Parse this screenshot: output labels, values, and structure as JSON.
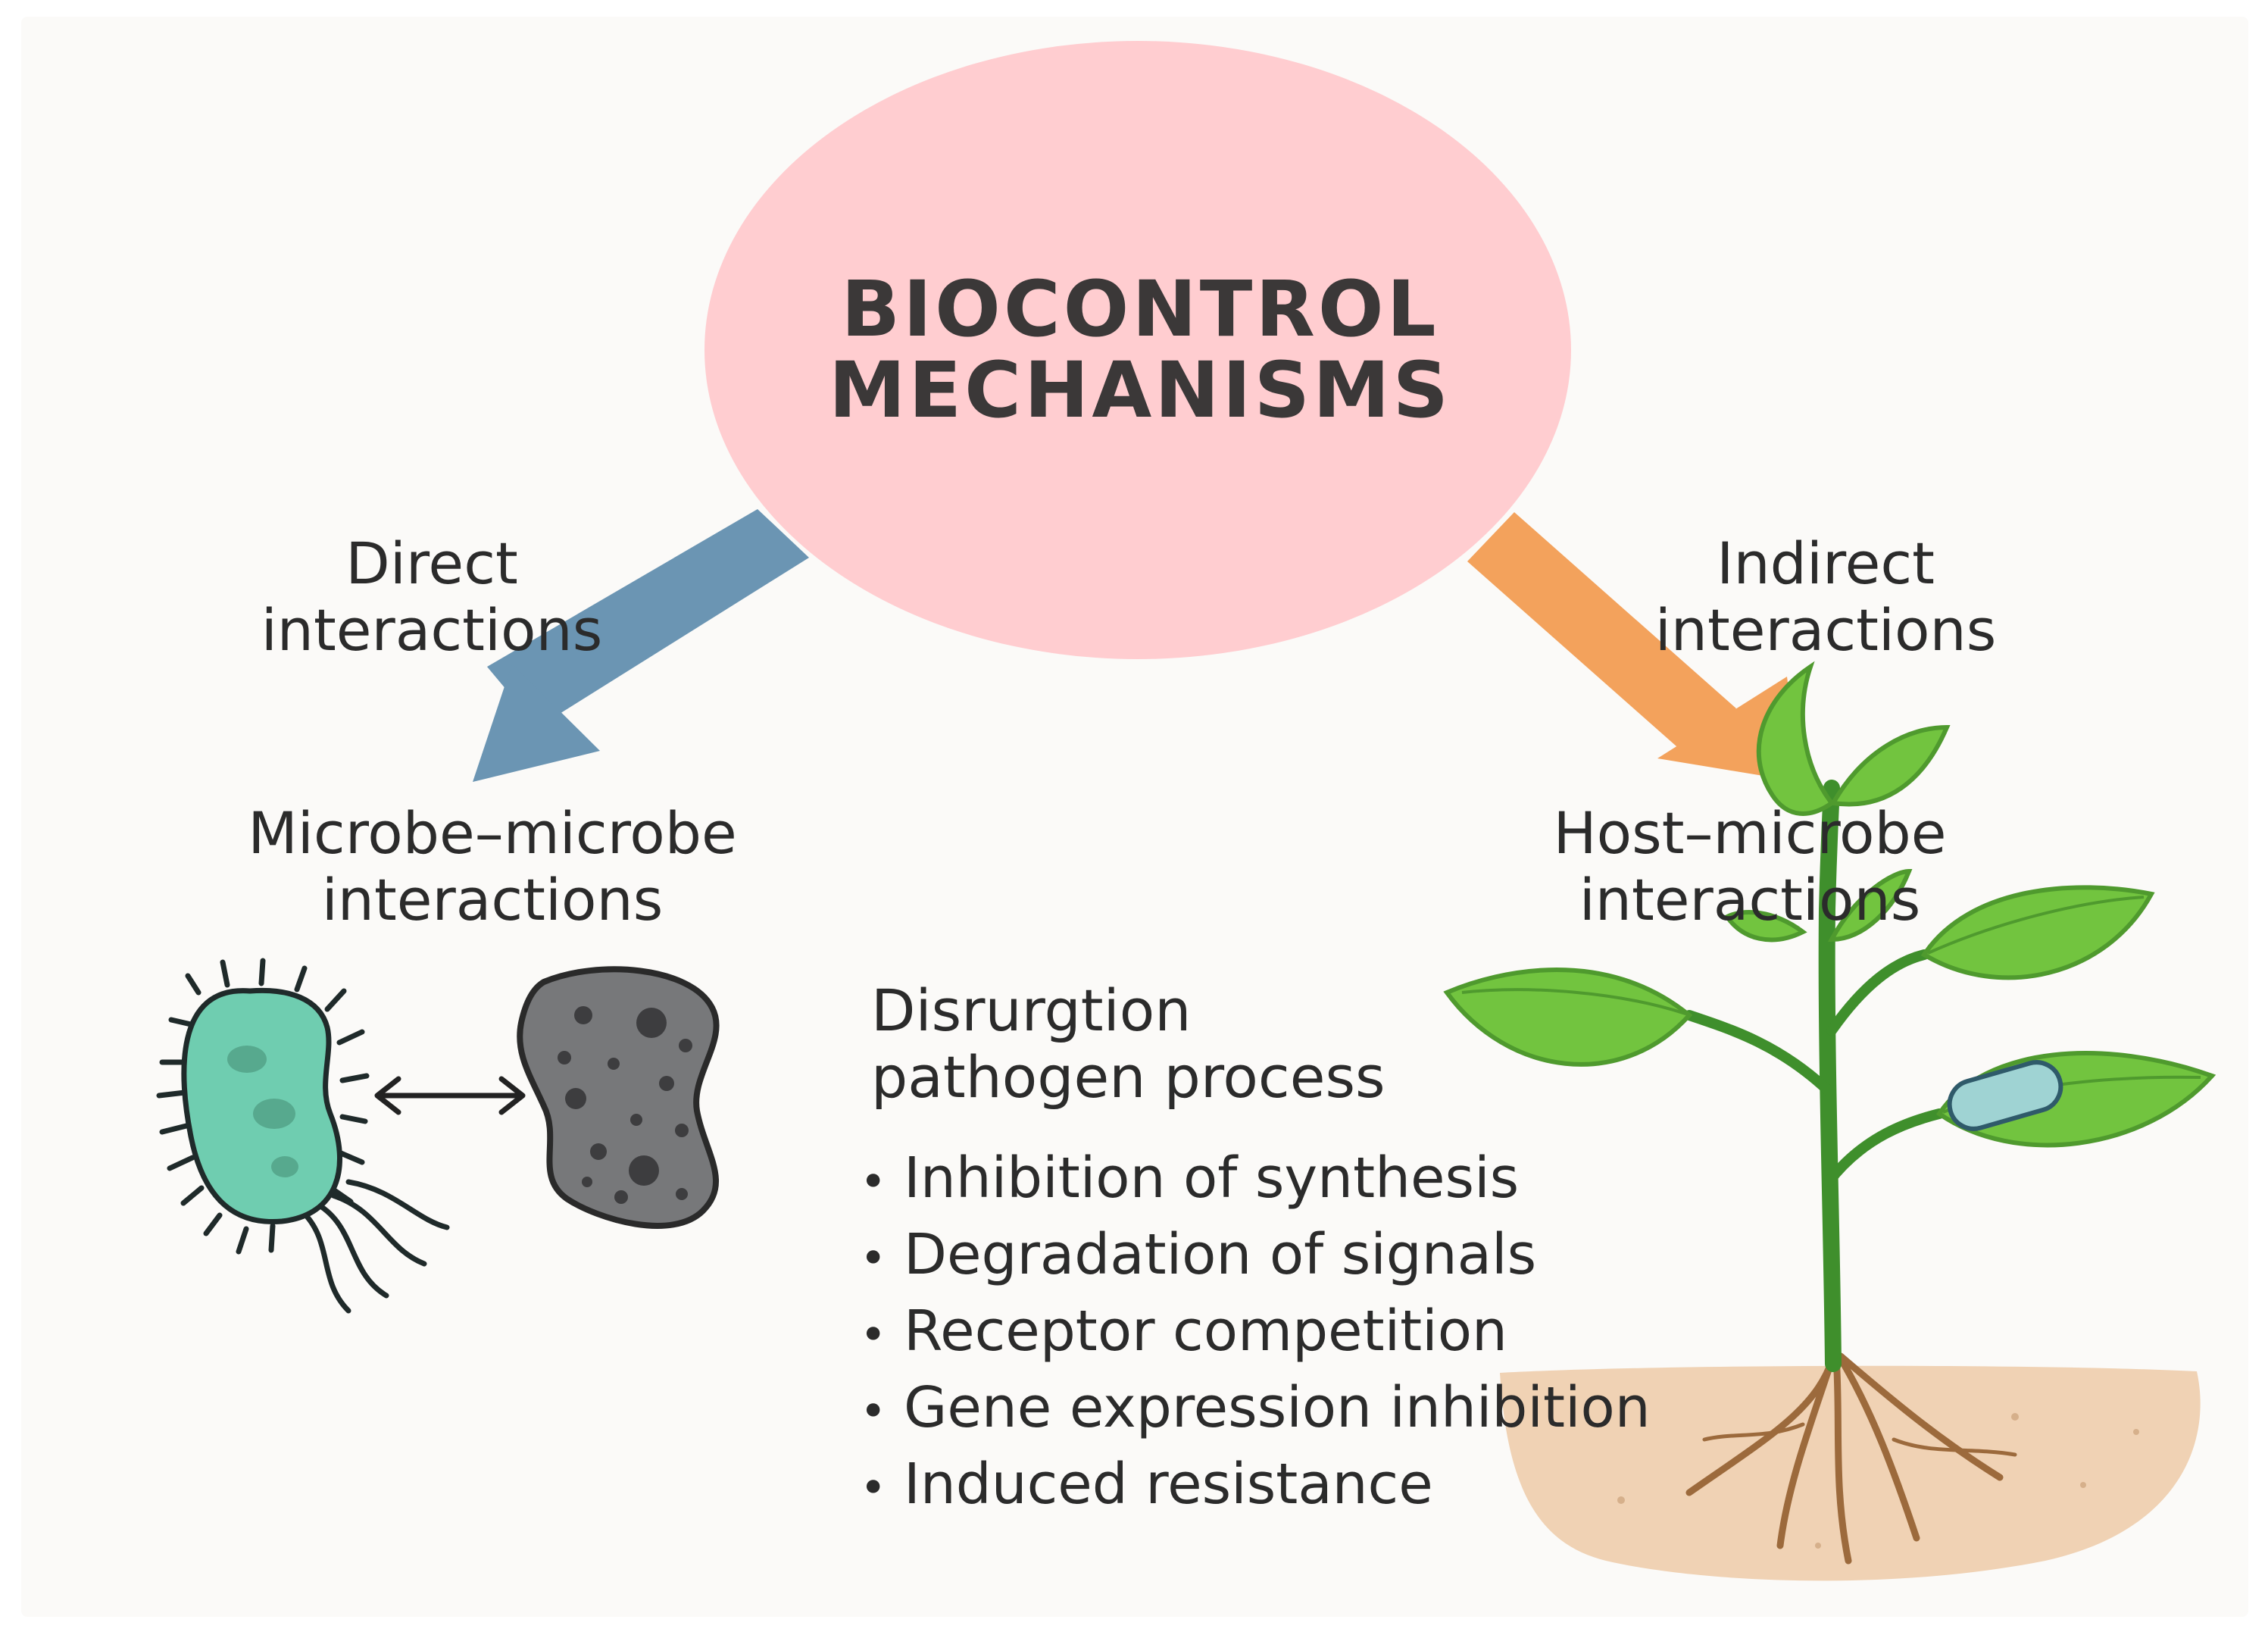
{
  "title": [
    "BIOCONTROL",
    "MECHANISMS"
  ],
  "branches": {
    "left": {
      "edge_label": [
        "Direct",
        "interactions"
      ],
      "node_label": [
        "Microbe–microbe",
        "interactions"
      ],
      "arrow_color": "#6b95b3"
    },
    "right": {
      "edge_label": [
        "Indirect",
        "interactions"
      ],
      "node_label": [
        "Host–microbe",
        "interactions"
      ],
      "arrow_color": "#f3a25c"
    }
  },
  "process": {
    "heading": [
      "Disrurgtion",
      "pathogen process"
    ],
    "bullet_glyph": "•",
    "items": [
      "Inhibition of synthesis",
      "Degradation of signals",
      "Receptor competition",
      "Gene expression inhibition",
      "Induced resistance"
    ]
  },
  "colors": {
    "title_ellipse": "#ffcdd0",
    "bacterium": "#6fcdb0",
    "pathogen": "#77787a",
    "leaf": "#72c43f",
    "soil": "#f0d2b4"
  },
  "icons": [
    "bacterium-icon",
    "pathogen-icon",
    "double-arrow-icon",
    "plant-icon",
    "soil-icon"
  ]
}
